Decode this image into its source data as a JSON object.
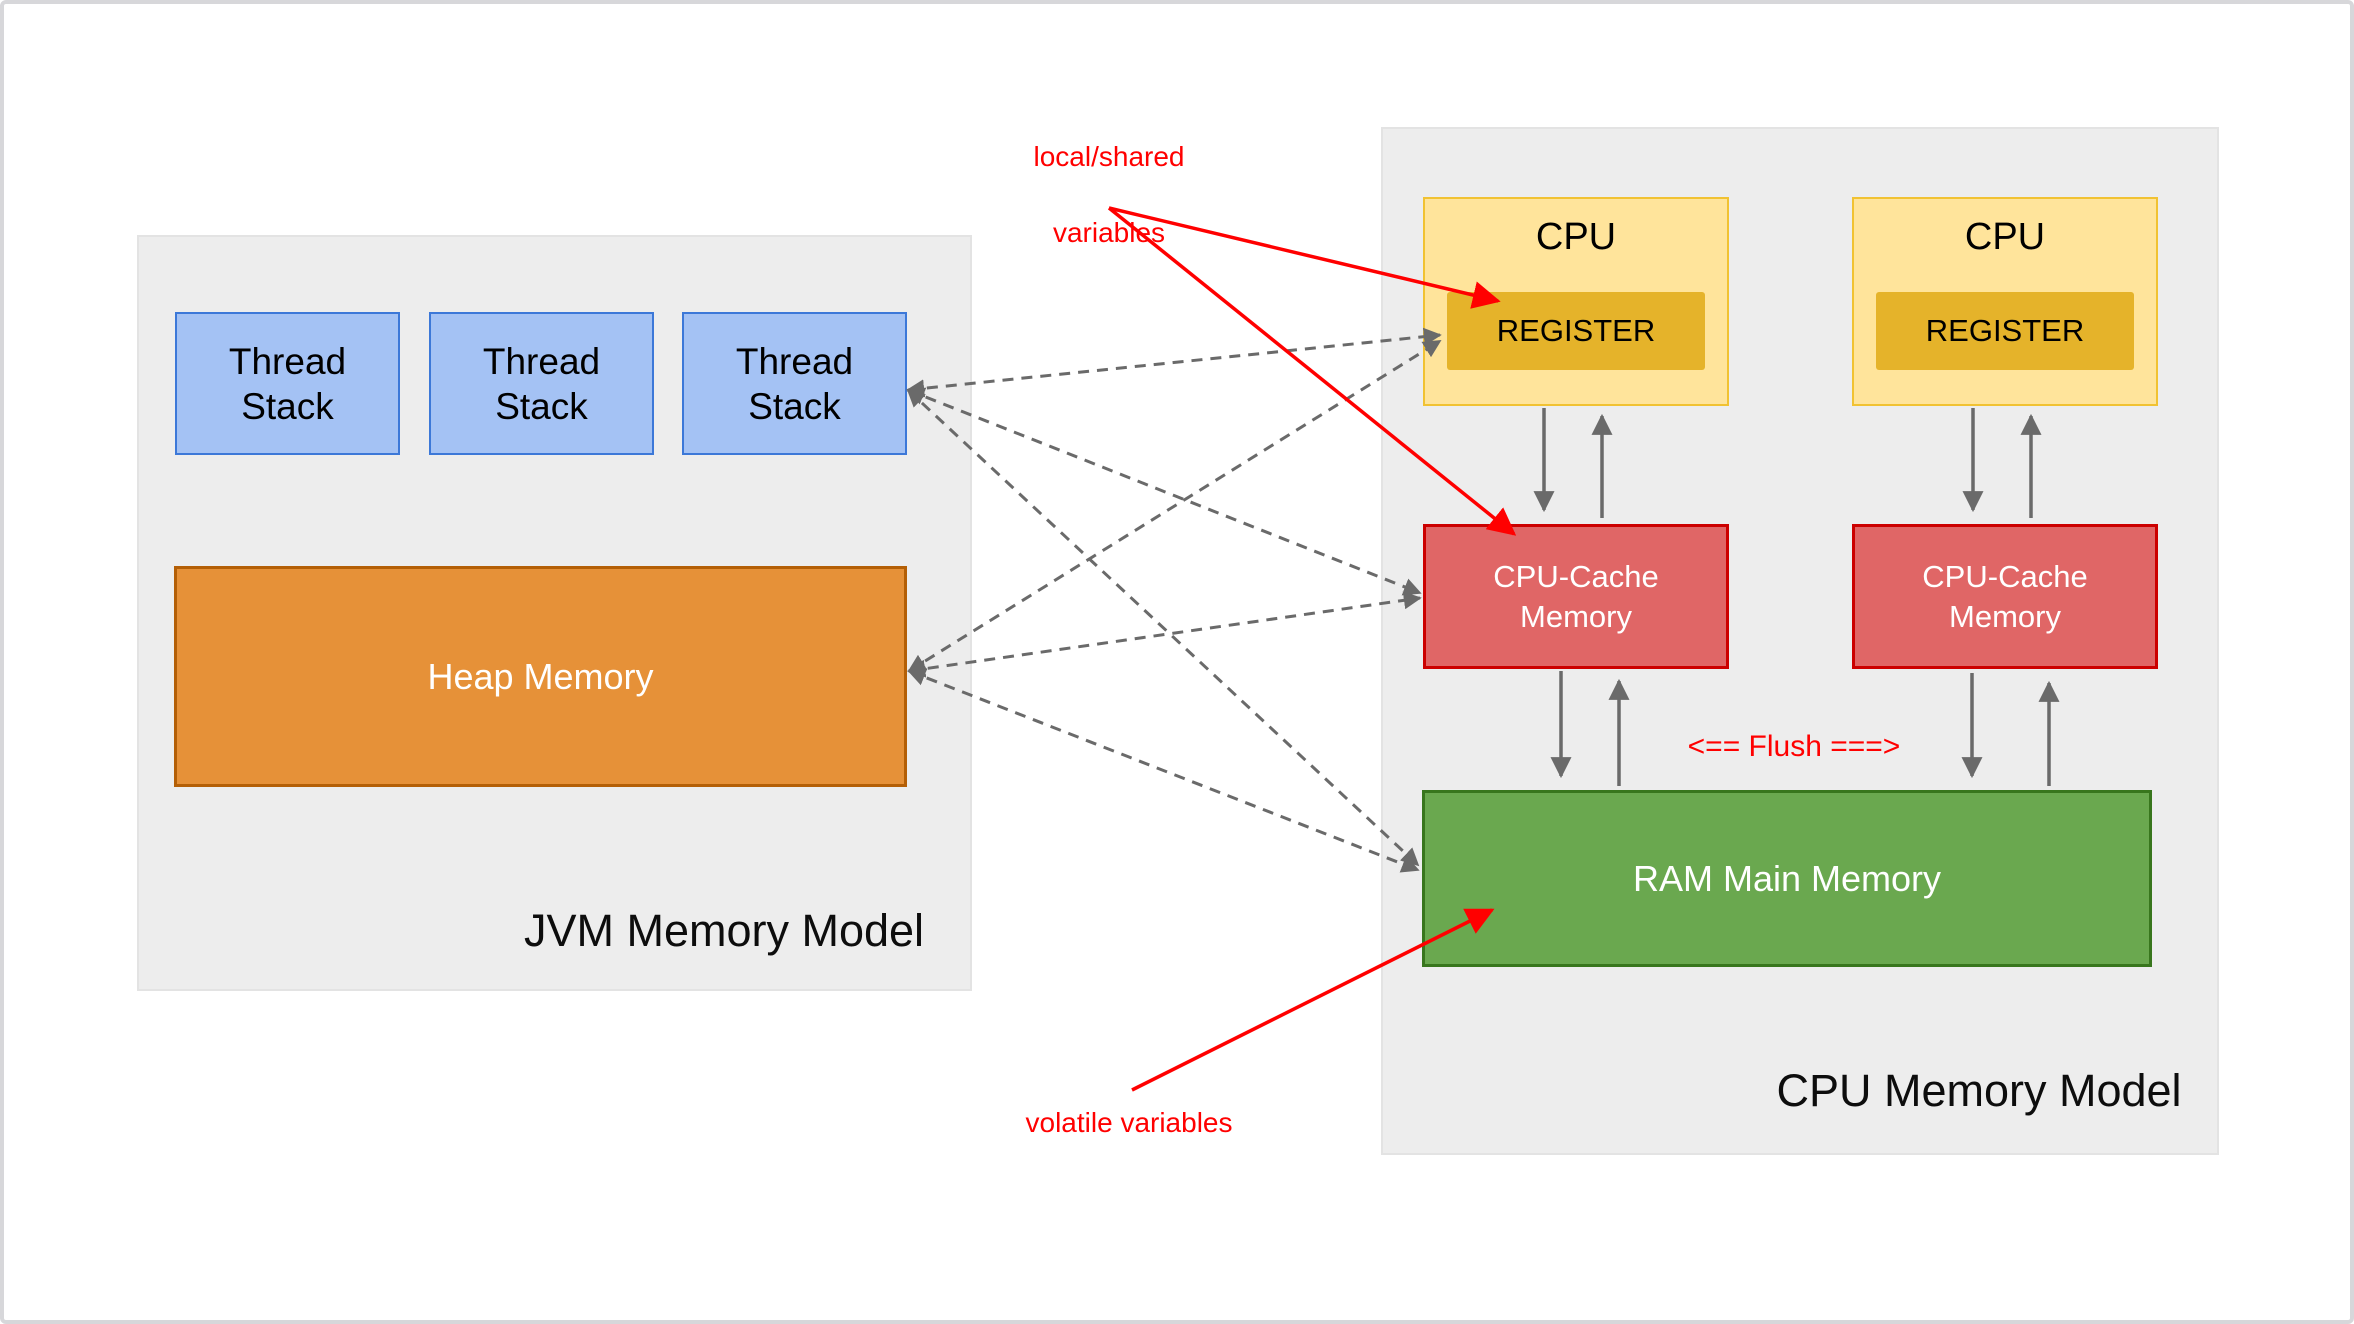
{
  "jvm_model": {
    "label": "JVM Memory Model",
    "thread_stacks": [
      {
        "label": "Thread Stack"
      },
      {
        "label": "Thread Stack"
      },
      {
        "label": "Thread Stack"
      }
    ],
    "heap": {
      "label": "Heap Memory"
    }
  },
  "cpu_model": {
    "label": "CPU Memory Model",
    "cpus": [
      {
        "label": "CPU",
        "register": "REGISTER"
      },
      {
        "label": "CPU",
        "register": "REGISTER"
      }
    ],
    "caches": [
      {
        "label": "CPU-Cache Memory"
      },
      {
        "label": "CPU-Cache Memory"
      }
    ],
    "ram": {
      "label": "RAM Main Memory"
    },
    "flush_annotation": "<== Flush ===>"
  },
  "annotations": {
    "local_shared_line1": "local/shared",
    "local_shared_line2": "variables",
    "volatile": "volatile variables"
  },
  "colors": {
    "thread_stack_fill": "#A4C2F4",
    "thread_stack_border": "#3C78D8",
    "heap_fill": "#E69138",
    "heap_border": "#B45F06",
    "cpu_fill": "#FFE49B",
    "cpu_border": "#F1C232",
    "register_fill": "#E5B32A",
    "cache_fill": "#E06666",
    "cache_border": "#CC0000",
    "ram_fill": "#6AA84F",
    "ram_border": "#38761D",
    "panel_fill": "#EDEDED",
    "annotation_red": "#FF0000",
    "connector_gray": "#6A6A6A"
  }
}
